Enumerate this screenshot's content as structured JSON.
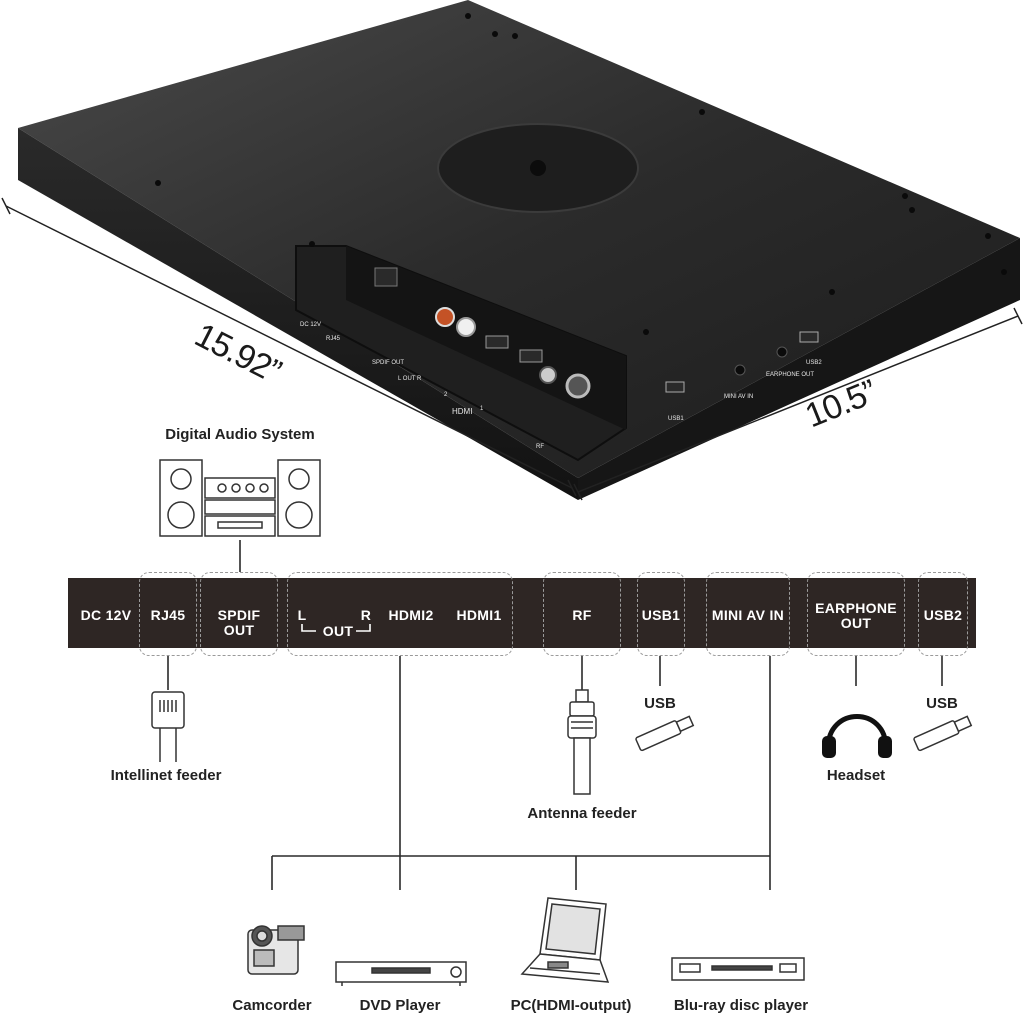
{
  "dimensions": {
    "width": "15.92”",
    "depth": "10.5”"
  },
  "device_panel_labels": {
    "dc": "DC 12V",
    "rj45": "RJ45",
    "spdif": "SPDIF\nOUT",
    "out": "L  OUT  R",
    "hdmi": "HDMI",
    "hdmi_2": "2",
    "hdmi_1": "1",
    "rf": "RF",
    "usb1": "USB1",
    "mini_av": "MINI AV IN",
    "earphone": "EARPHONE\nOUT",
    "usb2": "USB2"
  },
  "ports": {
    "dc12v": "DC 12V",
    "rj45": "RJ45",
    "spdif_line1": "SPDIF",
    "spdif_line2": "OUT",
    "out_l": "L",
    "out_r": "R",
    "out": "OUT",
    "hdmi2": "HDMI2",
    "hdmi1": "HDMI1",
    "rf": "RF",
    "usb1": "USB1",
    "mini_av_in": "MINI AV IN",
    "earphone_line1": "EARPHONE",
    "earphone_line2": "OUT",
    "usb2": "USB2"
  },
  "devices": {
    "digital_audio_system": "Digital Audio System",
    "intellinet_feeder": "Intellinet feeder",
    "antenna_feeder": "Antenna feeder",
    "usb_a": "USB",
    "usb_b": "USB",
    "headset": "Headset",
    "camcorder": "Camcorder",
    "dvd_player": "DVD Player",
    "pc": "PC(HDMI-output)",
    "bluray": "Blu-ray disc player"
  }
}
